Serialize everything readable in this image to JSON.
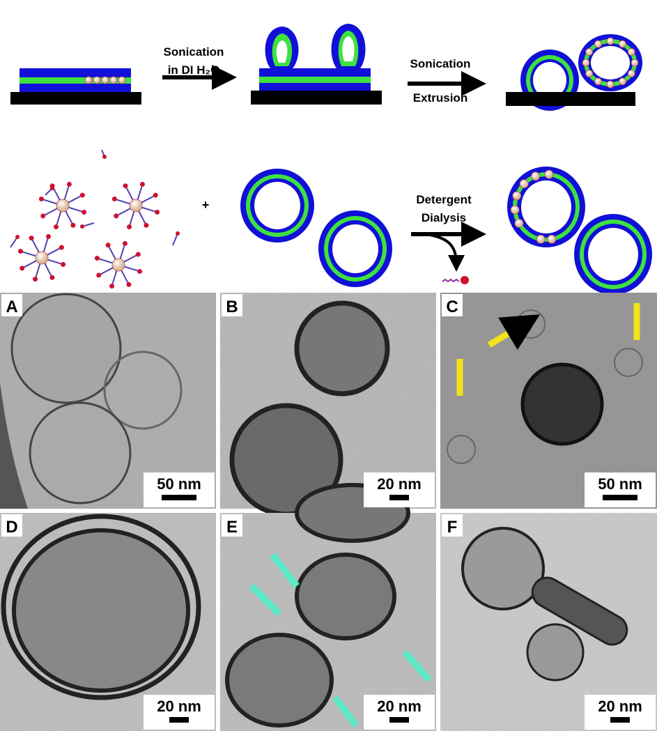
{
  "schematic": {
    "step1_label_line1": "Sonication",
    "step1_label_line2": "in DI H₂O",
    "step2_label_line1": "Sonication",
    "step2_label_line2": "Extrusion",
    "plus": "+",
    "step3_label_line1": "Detergent",
    "step3_label_line2": "Dialysis"
  },
  "colors": {
    "bilayer_outer": "#1010d8",
    "bilayer_core": "#3ee23e",
    "substrate": "#000000",
    "nanoparticle": "#f2dcc8",
    "detergent": "#d01030",
    "arrow_c": "#f2e21a",
    "arrow_e": "#5de8c8"
  },
  "panels": [
    {
      "letter": "A",
      "scale": "50 nm"
    },
    {
      "letter": "B",
      "scale": "20 nm"
    },
    {
      "letter": "C",
      "scale": "50 nm"
    },
    {
      "letter": "D",
      "scale": "20 nm"
    },
    {
      "letter": "E",
      "scale": "20 nm"
    },
    {
      "letter": "F",
      "scale": "20 nm"
    }
  ]
}
